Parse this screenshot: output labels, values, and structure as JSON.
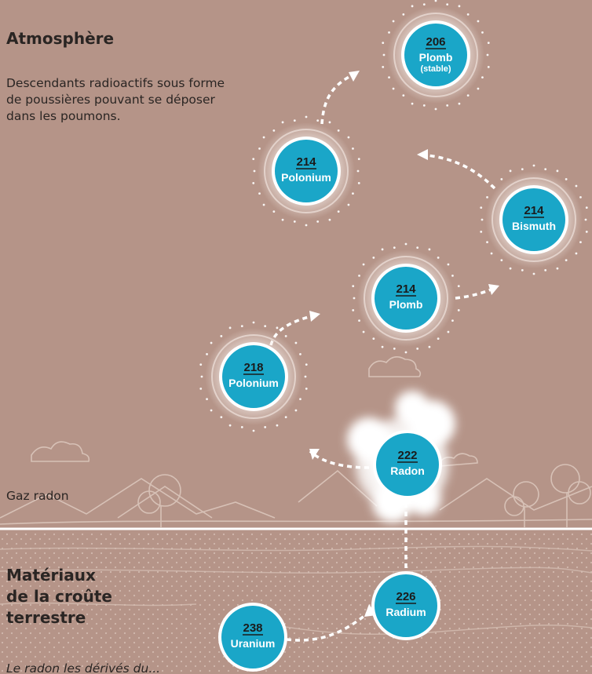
{
  "sections": {
    "atmosphere": {
      "title": "Atmosphère",
      "description": "Descendants radioactifs sous forme de poussières pouvant se déposer dans les poumons."
    },
    "gas": {
      "label": "Gaz radon"
    },
    "crust": {
      "title_lines": [
        "Matériaux",
        "de la croûte",
        "terrestre"
      ],
      "footnote": "Le radon les dérivés du..."
    }
  },
  "decay_chain": [
    {
      "id": "uranium-238",
      "mass": "238",
      "name": "Uranium",
      "style": "plain"
    },
    {
      "id": "radium-226",
      "mass": "226",
      "name": "Radium",
      "style": "plain"
    },
    {
      "id": "radon-222",
      "mass": "222",
      "name": "Radon",
      "style": "gas"
    },
    {
      "id": "polonium-218",
      "mass": "218",
      "name": "Polonium",
      "style": "dust"
    },
    {
      "id": "plomb-214",
      "mass": "214",
      "name": "Plomb",
      "style": "dust"
    },
    {
      "id": "bismuth-214",
      "mass": "214",
      "name": "Bismuth",
      "style": "dust"
    },
    {
      "id": "polonium-214",
      "mass": "214",
      "name": "Polonium",
      "style": "dust"
    },
    {
      "id": "plomb-206",
      "mass": "206",
      "name": "Plomb",
      "note": "(stable)",
      "style": "dust"
    }
  ],
  "colors": {
    "background": "#b59488",
    "node_fill": "#1aa6c8",
    "node_text": "#ffffff",
    "mass_text": "#1b1b1b",
    "arrow": "#ffffff",
    "ground_line": "#ffffff",
    "sketch_lines": "#d9c4bb"
  }
}
